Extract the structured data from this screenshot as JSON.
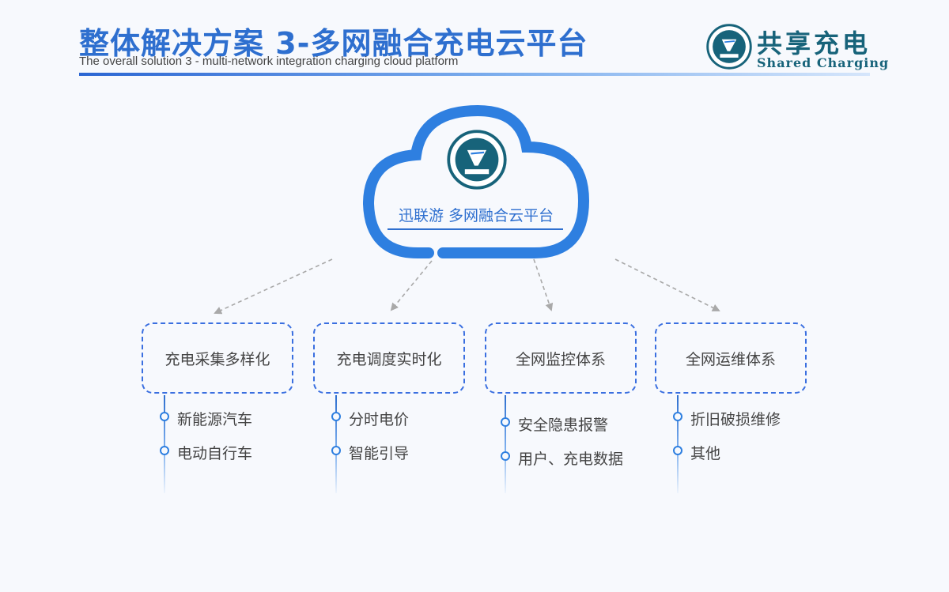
{
  "header": {
    "title": "整体解决方案 3-多网融合充电云平台",
    "subtitle": "The overall solution 3 - multi-network integration charging cloud platform"
  },
  "brand": {
    "name_cn": "共享充电",
    "name_en": "Shared Charging"
  },
  "cloud": {
    "label": "迅联游  多网融合云平台"
  },
  "categories": [
    {
      "title": "充电采集多样化",
      "items": [
        "新能源汽车",
        "电动自行车"
      ]
    },
    {
      "title": "充电调度实时化",
      "items": [
        "分时电价",
        "智能引导"
      ]
    },
    {
      "title": "全网监控体系",
      "items": [
        "安全隐患报警",
        "用户、充电数据"
      ]
    },
    {
      "title": "全网运维体系",
      "items": [
        "折旧破损维修",
        "其他"
      ]
    }
  ],
  "colors": {
    "accent": "#2e6fcf",
    "cloud_stroke": "#2e7fe0",
    "box_border": "#3a6fe0",
    "brand": "#17637a",
    "arrow": "#a9a9a9"
  },
  "icons": {
    "brand_logo": "xunlianyou-logo-icon",
    "cloud": "cloud-icon",
    "bullet": "circle-bullet-icon",
    "arrow": "dashed-arrow-icon"
  }
}
